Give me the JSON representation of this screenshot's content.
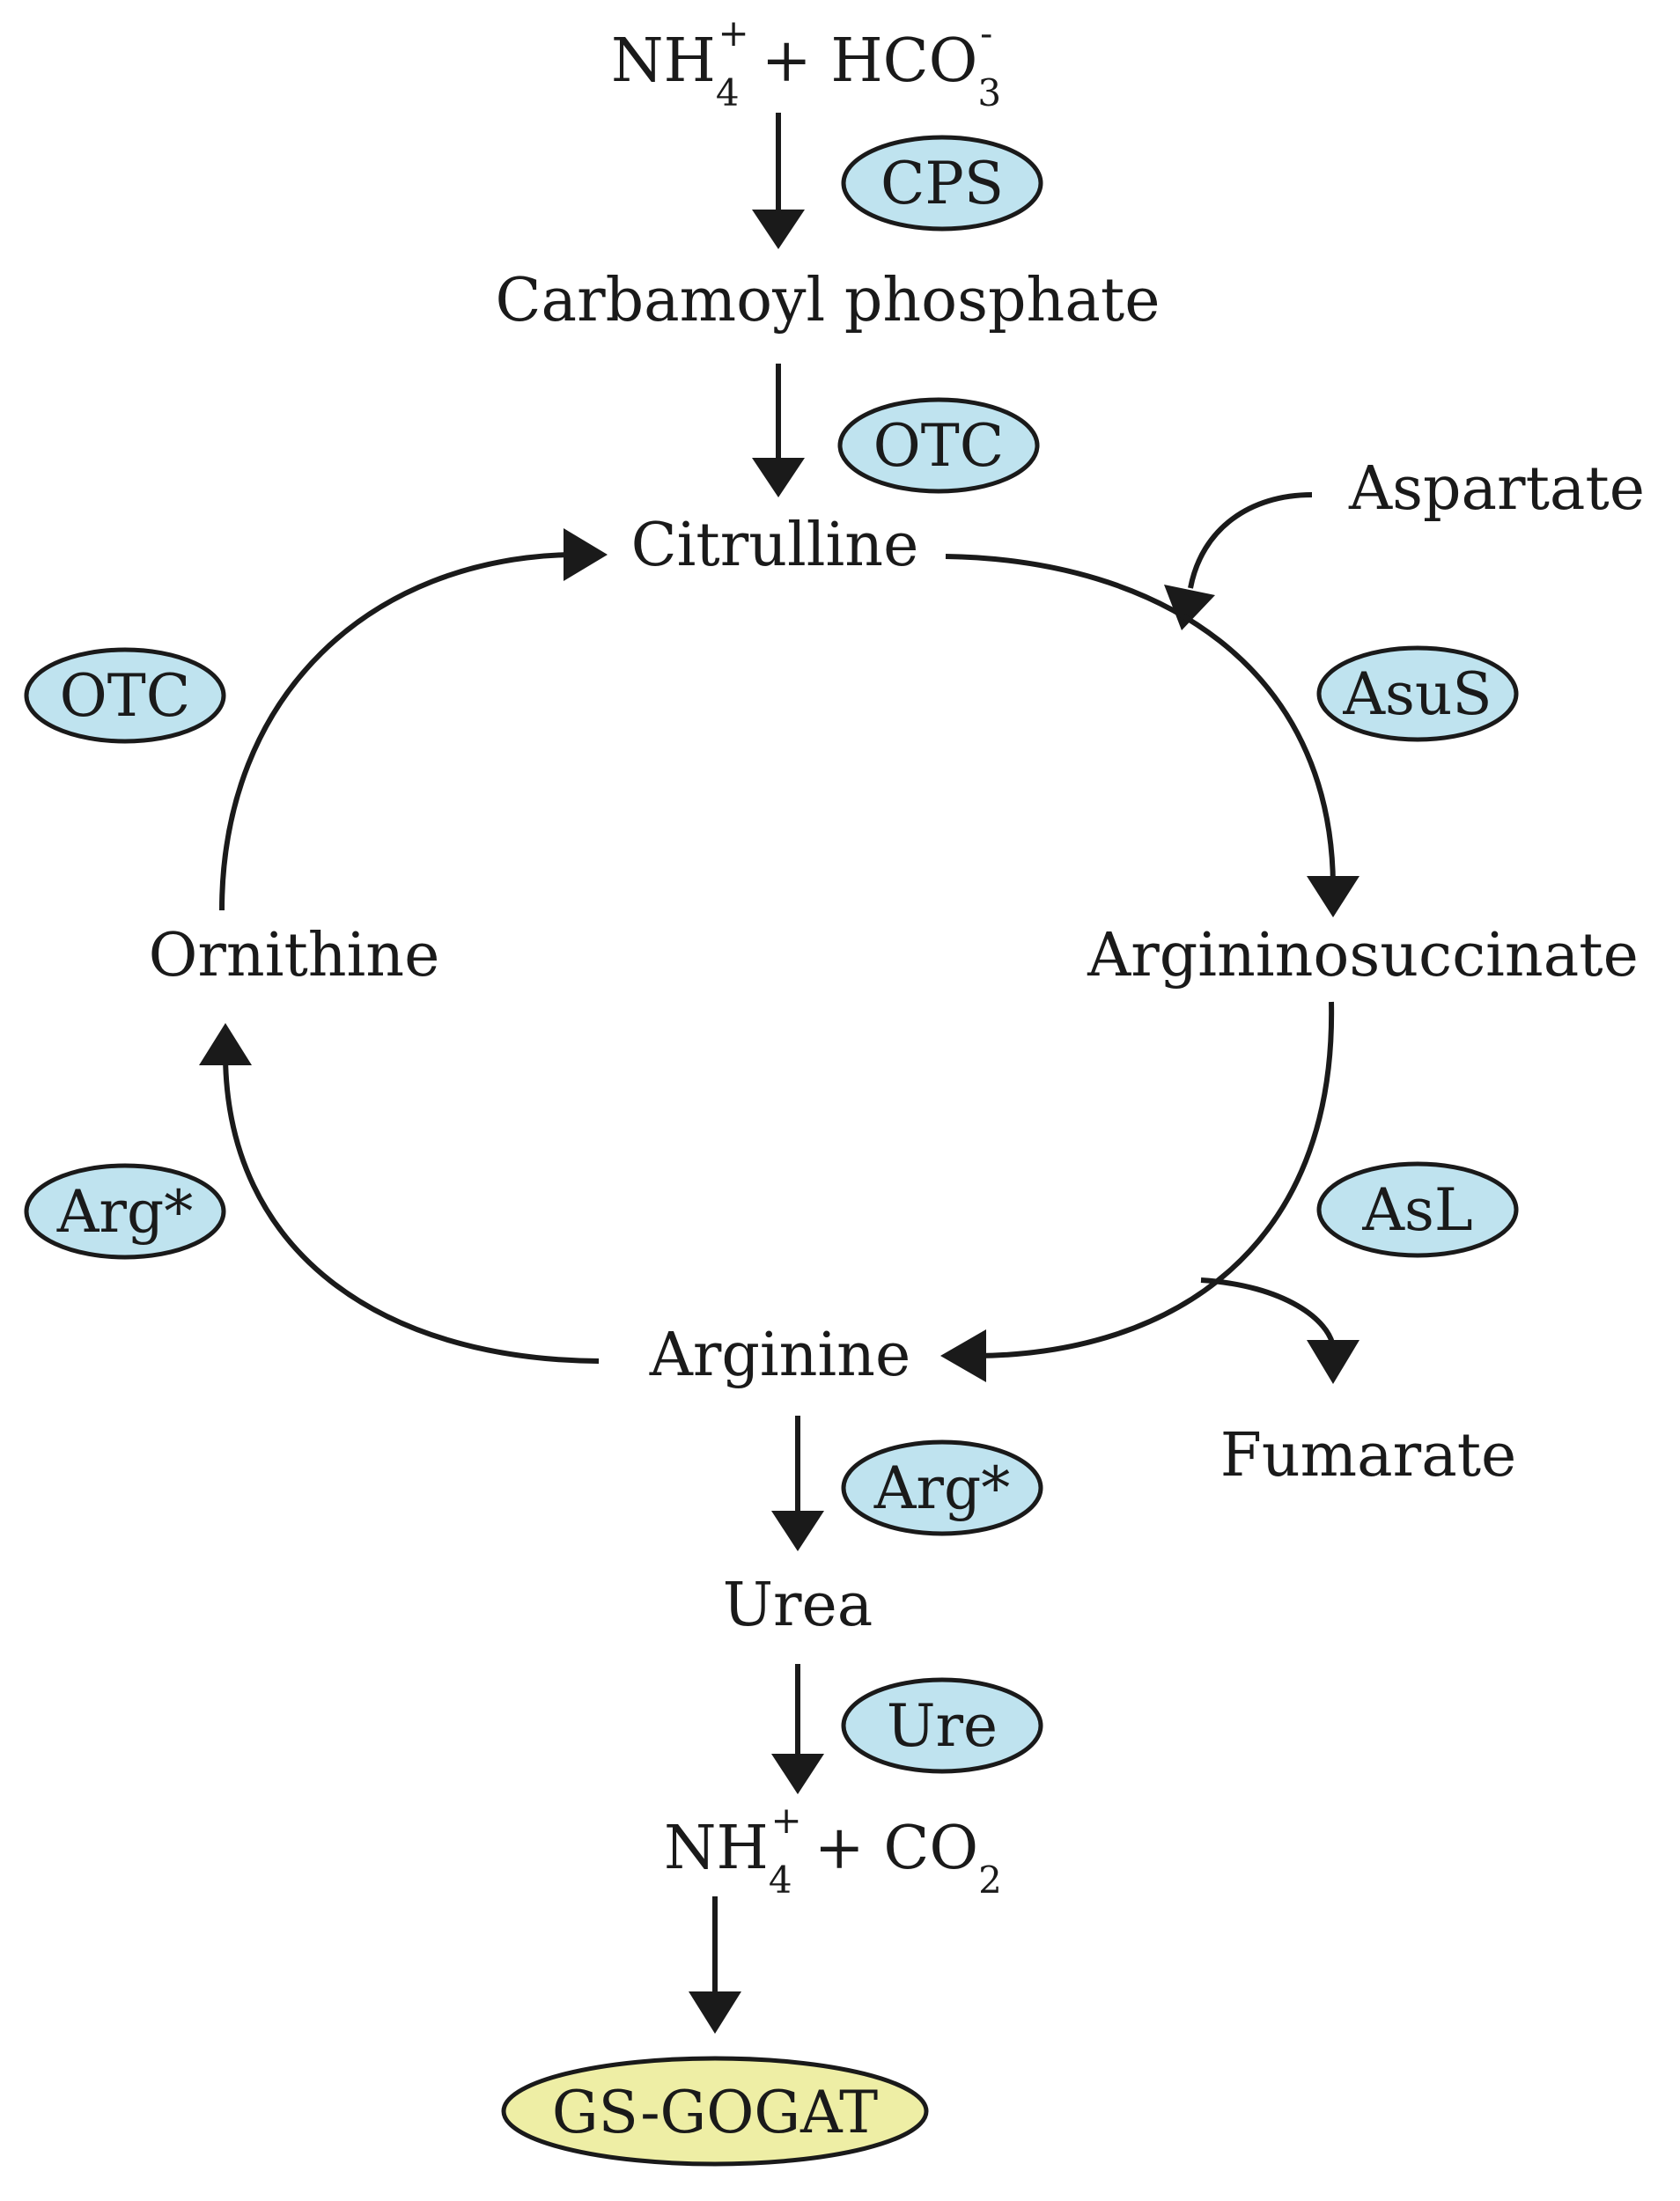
{
  "diagram": {
    "colors": {
      "enzyme_fill": "#bfe3ef",
      "final_enzyme_fill": "#eeeea5",
      "stroke": "#1a1a1a"
    },
    "compounds": {
      "inputs": {
        "nh": "NH",
        "nh_sub": "4",
        "nh_sup": "+",
        "plus": "+ HCO",
        "hco_sub": "3",
        "hco_sup": "-"
      },
      "carbamoyl_phosphate": "Carbamoyl phosphate",
      "citrulline": "Citrulline",
      "aspartate": "Aspartate",
      "argininosuccinate": "Argininosuccinate",
      "ornithine": "Ornithine",
      "arginine": "Arginine",
      "fumarate": "Fumarate",
      "urea": "Urea",
      "products": {
        "nh": "NH",
        "nh_sub": "4",
        "nh_sup": "+",
        "plus": "+ CO",
        "co_sub": "2"
      }
    },
    "enzymes": {
      "cps": "CPS",
      "otc_linear": "OTC",
      "otc_cycle": "OTC",
      "asus": "AsuS",
      "asl": "AsL",
      "arg_cycle": "Arg*",
      "arg_linear": "Arg*",
      "ure": "Ure",
      "gs_gogat": "GS-GOGAT"
    }
  }
}
